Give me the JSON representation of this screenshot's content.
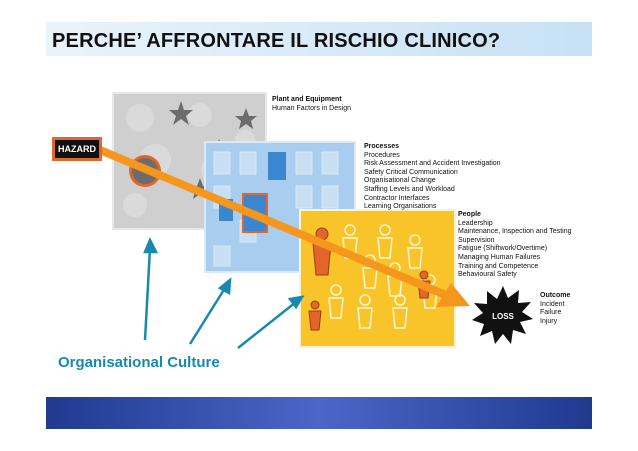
{
  "title": "PERCHE’ AFFRONTARE IL RISCHIO CLINICO?",
  "hazard": "HAZARD",
  "loss": "LOSS",
  "organisational_culture": "Organisational Culture",
  "plant": {
    "heading": "Plant and Equipment",
    "items": [
      "Human Factors in Design"
    ]
  },
  "processes": {
    "heading": "Processes",
    "items": [
      "Procedures",
      "Risk Assessment and Accident Investigation",
      "Safety Critical Communication",
      "Organisational Change",
      "Staffing Levels and Workload",
      "Contractor Interfaces",
      "Learning Organisations"
    ]
  },
  "people": {
    "heading": "People",
    "items": [
      "Leadership",
      "Maintenance, Inspection and Testing",
      "Supervision",
      "Fatigue (Shiftwork/Overtime)",
      "Managing Human Failures",
      "Training and Competence",
      "Behavioural Safety"
    ]
  },
  "outcome": {
    "heading": "Outcome",
    "items": [
      "Incident",
      "Failure",
      "Injury"
    ]
  },
  "colors": {
    "title_bg": "#c7e1f5",
    "footer": "#2c4aa8",
    "arrow": "#f6971d",
    "teal": "#1789b0",
    "hazard_border": "#e2662b",
    "people_panel": "#f9c32a",
    "process_panel": "#a9cdee",
    "plant_panel": "#cfcfcf"
  }
}
